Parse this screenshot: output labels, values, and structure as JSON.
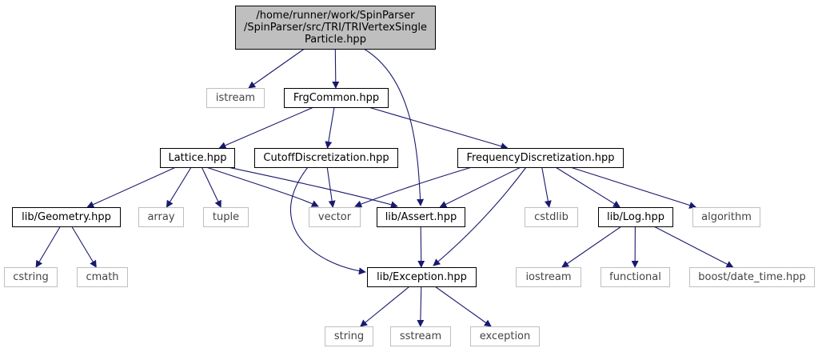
{
  "colors": {
    "edge": "#191970",
    "root_fill": "#bfbfbf",
    "root_stroke": "#000000",
    "local_stroke": "#000000",
    "external_stroke": "#bfbfbf",
    "background": "#ffffff"
  },
  "nodes": [
    {
      "id": "root",
      "kind": "root",
      "lines": [
        "/home/runner/work/SpinParser",
        "/SpinParser/src/TRI/TRIVertexSingle",
        "Particle.hpp"
      ]
    },
    {
      "id": "istream",
      "kind": "external",
      "lines": [
        "istream"
      ]
    },
    {
      "id": "frgcommon",
      "kind": "local",
      "lines": [
        "FrgCommon.hpp"
      ]
    },
    {
      "id": "lattice",
      "kind": "local",
      "lines": [
        "Lattice.hpp"
      ]
    },
    {
      "id": "cutoff",
      "kind": "local",
      "lines": [
        "CutoffDiscretization.hpp"
      ]
    },
    {
      "id": "freqdisc",
      "kind": "local",
      "lines": [
        "FrequencyDiscretization.hpp"
      ]
    },
    {
      "id": "geometry",
      "kind": "local",
      "lines": [
        "lib/Geometry.hpp"
      ]
    },
    {
      "id": "array",
      "kind": "external",
      "lines": [
        "array"
      ]
    },
    {
      "id": "tuple",
      "kind": "external",
      "lines": [
        "tuple"
      ]
    },
    {
      "id": "vector",
      "kind": "external",
      "lines": [
        "vector"
      ]
    },
    {
      "id": "assert",
      "kind": "local",
      "lines": [
        "lib/Assert.hpp"
      ]
    },
    {
      "id": "cstdlib",
      "kind": "external",
      "lines": [
        "cstdlib"
      ]
    },
    {
      "id": "log",
      "kind": "local",
      "lines": [
        "lib/Log.hpp"
      ]
    },
    {
      "id": "algorithm",
      "kind": "external",
      "lines": [
        "algorithm"
      ]
    },
    {
      "id": "cstring",
      "kind": "external",
      "lines": [
        "cstring"
      ]
    },
    {
      "id": "cmath",
      "kind": "external",
      "lines": [
        "cmath"
      ]
    },
    {
      "id": "exception_hpp",
      "kind": "local",
      "lines": [
        "lib/Exception.hpp"
      ]
    },
    {
      "id": "iostream",
      "kind": "external",
      "lines": [
        "iostream"
      ]
    },
    {
      "id": "functional",
      "kind": "external",
      "lines": [
        "functional"
      ]
    },
    {
      "id": "datetime",
      "kind": "external",
      "lines": [
        "boost/date_time.hpp"
      ]
    },
    {
      "id": "string",
      "kind": "external",
      "lines": [
        "string"
      ]
    },
    {
      "id": "sstream",
      "kind": "external",
      "lines": [
        "sstream"
      ]
    },
    {
      "id": "exception",
      "kind": "external",
      "lines": [
        "exception"
      ]
    }
  ],
  "edges": [
    {
      "from": "root",
      "to": "istream"
    },
    {
      "from": "root",
      "to": "frgcommon"
    },
    {
      "from": "root",
      "to": "assert"
    },
    {
      "from": "frgcommon",
      "to": "lattice"
    },
    {
      "from": "frgcommon",
      "to": "cutoff"
    },
    {
      "from": "frgcommon",
      "to": "freqdisc"
    },
    {
      "from": "lattice",
      "to": "geometry"
    },
    {
      "from": "lattice",
      "to": "array"
    },
    {
      "from": "lattice",
      "to": "tuple"
    },
    {
      "from": "lattice",
      "to": "vector"
    },
    {
      "from": "lattice",
      "to": "assert"
    },
    {
      "from": "cutoff",
      "to": "vector"
    },
    {
      "from": "cutoff",
      "to": "exception_hpp"
    },
    {
      "from": "freqdisc",
      "to": "vector"
    },
    {
      "from": "freqdisc",
      "to": "assert"
    },
    {
      "from": "freqdisc",
      "to": "exception_hpp"
    },
    {
      "from": "freqdisc",
      "to": "cstdlib"
    },
    {
      "from": "freqdisc",
      "to": "log"
    },
    {
      "from": "freqdisc",
      "to": "algorithm"
    },
    {
      "from": "geometry",
      "to": "cstring"
    },
    {
      "from": "geometry",
      "to": "cmath"
    },
    {
      "from": "assert",
      "to": "exception_hpp"
    },
    {
      "from": "log",
      "to": "iostream"
    },
    {
      "from": "log",
      "to": "functional"
    },
    {
      "from": "log",
      "to": "datetime"
    },
    {
      "from": "exception_hpp",
      "to": "string"
    },
    {
      "from": "exception_hpp",
      "to": "sstream"
    },
    {
      "from": "exception_hpp",
      "to": "exception"
    }
  ]
}
